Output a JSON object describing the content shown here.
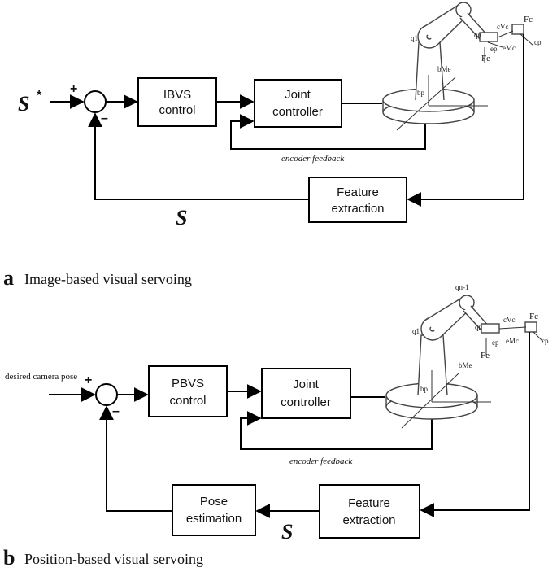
{
  "panel_a": {
    "input_signal": "S",
    "input_superscript": "*",
    "plus": "+",
    "minus": "–",
    "controller": [
      "IBVS",
      "control"
    ],
    "joint_controller": [
      "Joint",
      "controller"
    ],
    "encoder_feedback": "encoder feedback",
    "feature_extraction": [
      "Feature",
      "extraction"
    ],
    "feedback_signal": "S",
    "caption_letter": "a",
    "caption_text": "Image-based visual servoing",
    "robot_labels": {
      "q1": "q1",
      "qn": "qn",
      "cVc": "cVc",
      "Fc": "Fc",
      "cp": "cp",
      "Fe": "Fe",
      "eMc": "eMc",
      "ep": "ep",
      "bMe": "bMe",
      "bp": "bp"
    }
  },
  "panel_b": {
    "input_label": "desired camera pose",
    "plus": "+",
    "minus": "–",
    "controller": [
      "PBVS",
      "control"
    ],
    "joint_controller": [
      "Joint",
      "controller"
    ],
    "encoder_feedback": "encoder feedback",
    "feature_extraction": [
      "Feature",
      "extraction"
    ],
    "pose_estimation": [
      "Pose",
      "estimation"
    ],
    "feedback_signal": "S",
    "caption_letter": "b",
    "caption_text": "Position-based visual servoing",
    "robot_labels": {
      "qn1": "qn-1",
      "q1": "q1",
      "qn": "qn",
      "cVc": "cVc",
      "Fc": "Fc",
      "cp": "cp",
      "Fe": "Fe",
      "eMc": "eMc",
      "ep": "ep",
      "bMe": "bMe",
      "bp": "bp"
    }
  }
}
